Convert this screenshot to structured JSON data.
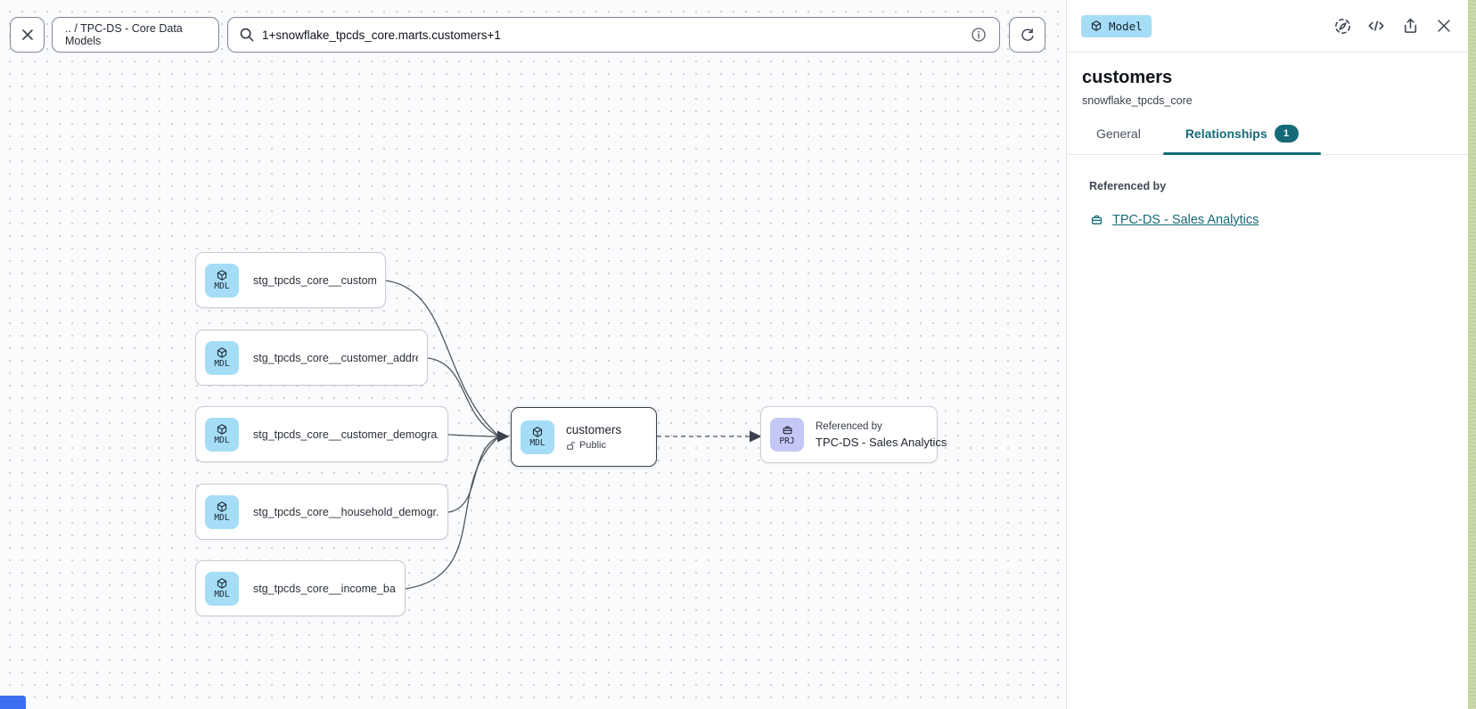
{
  "toolbar": {
    "breadcrumb": ".. / TPC-DS - Core Data Models",
    "search_value": "1+snowflake_tpcds_core.marts.customers+1"
  },
  "canvas": {
    "nodes": [
      {
        "chip": "MDL",
        "label": "stg_tpcds_core__customer"
      },
      {
        "chip": "MDL",
        "label": "stg_tpcds_core__customer_address"
      },
      {
        "chip": "MDL",
        "label": "stg_tpcds_core__customer_demogra..."
      },
      {
        "chip": "MDL",
        "label": "stg_tpcds_core__household_demogr..."
      },
      {
        "chip": "MDL",
        "label": "stg_tpcds_core__income_band"
      }
    ],
    "customers_node": {
      "chip": "MDL",
      "label": "customers",
      "visibility": "Public"
    },
    "referenced_node": {
      "chip": "PRJ",
      "kicker": "Referenced by",
      "label": "TPC-DS - Sales Analytics"
    }
  },
  "panel": {
    "badge_label": "Model",
    "title": "customers",
    "subtitle": "snowflake_tpcds_core",
    "tabs": [
      {
        "label": "General"
      },
      {
        "label": "Relationships",
        "count": "1"
      }
    ],
    "section_label": "Referenced by",
    "reference_link": "TPC-DS - Sales Analytics"
  },
  "colors": {
    "accent_teal": "#156a78",
    "model_blue": "#a5ddf6",
    "project_purple": "#c5c8f6",
    "edge_gray": "#4d545e",
    "right_edge_strip": "#c8d6a6",
    "corner_badge_blue": "#3d6ef2"
  }
}
